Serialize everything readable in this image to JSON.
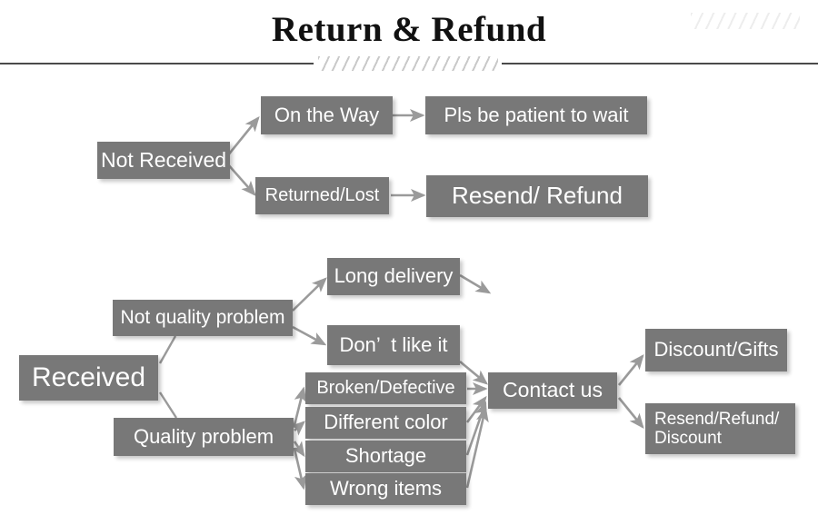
{
  "header": {
    "title": "Return & Refund",
    "divider_icon": "hatched-divider"
  },
  "colors": {
    "node_fill": "#787878",
    "node_text": "#ffffff",
    "arrow": "#9a9a9a",
    "title_text": "#111111",
    "rule": "#4a4a4a",
    "background": "#ffffff"
  },
  "flow": {
    "not_received": {
      "root": "Not Received",
      "branches": [
        {
          "status": "On the Way",
          "action": "Pls be patient to wait"
        },
        {
          "status": "Returned/Lost",
          "action": "Resend/ Refund"
        }
      ]
    },
    "received": {
      "root": "Received",
      "categories": [
        {
          "label": "Not quality problem",
          "reasons": [
            "Long delivery",
            "Don’  t like it"
          ]
        },
        {
          "label": "Quality problem",
          "reasons": [
            "Broken/Defective",
            "Different color",
            "Shortage",
            "Wrong items"
          ]
        }
      ],
      "hub": "Contact us",
      "outcomes": [
        "Discount/Gifts",
        "Resend/Refund/\nDiscount"
      ]
    }
  }
}
